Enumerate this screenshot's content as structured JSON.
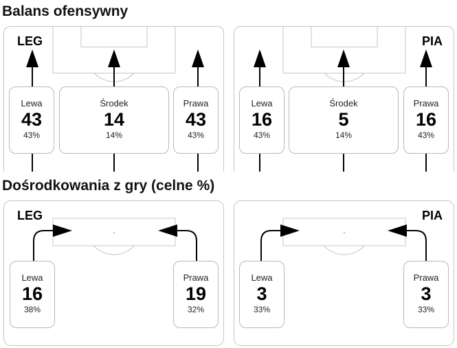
{
  "sections": [
    {
      "title": "Balans ofensywny",
      "panels": [
        {
          "team": "LEG",
          "cards": [
            {
              "label": "Lewa",
              "value": "43",
              "pct": "43%"
            },
            {
              "label": "Środek",
              "value": "14",
              "pct": "14%"
            },
            {
              "label": "Prawa",
              "value": "43",
              "pct": "43%"
            }
          ]
        },
        {
          "team": "PIA",
          "cards": [
            {
              "label": "Lewa",
              "value": "16",
              "pct": "43%"
            },
            {
              "label": "Środek",
              "value": "5",
              "pct": "14%"
            },
            {
              "label": "Prawa",
              "value": "16",
              "pct": "43%"
            }
          ]
        }
      ]
    },
    {
      "title": "Dośrodkowania z gry (celne %)",
      "panels": [
        {
          "team": "LEG",
          "cards": [
            {
              "label": "Lewa",
              "value": "16",
              "pct": "38%"
            },
            {
              "label": "Prawa",
              "value": "19",
              "pct": "32%"
            }
          ]
        },
        {
          "team": "PIA",
          "cards": [
            {
              "label": "Lewa",
              "value": "3",
              "pct": "33%"
            },
            {
              "label": "Prawa",
              "value": "3",
              "pct": "33%"
            }
          ]
        }
      ]
    }
  ],
  "colors": {
    "line": "#c4c4c4",
    "arrow": "#000000",
    "text": "#111111"
  }
}
